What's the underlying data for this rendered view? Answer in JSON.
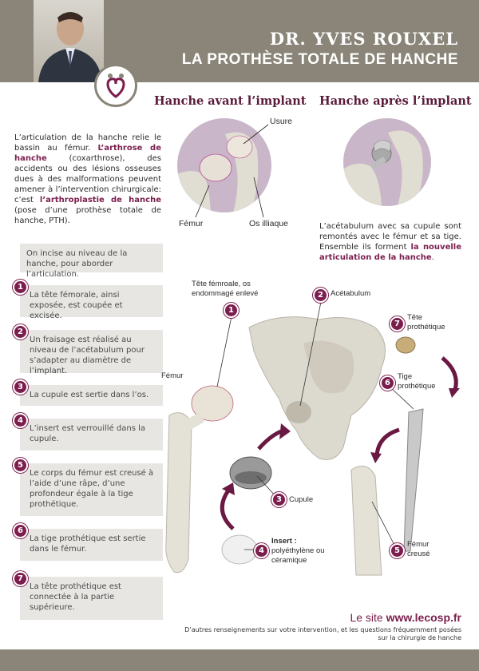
{
  "header": {
    "title_name": "DR. YVES ROUXEL",
    "title_sub": "LA PROTHÈSE TOTALE DE HANCHE"
  },
  "columns": {
    "before": "Hanche avant l’implant",
    "after": "Hanche après l’implant"
  },
  "intro": {
    "p1": "L’articulation de la hanche relie le bassin au fémur. ",
    "hl1": "L’arthrose de hanche",
    "p2": " (coxarthrose), des accidents ou des lésions osseuses dues à des malformations peuvent amener à l’intervention chirurgicale: c’est ",
    "hl2": "l’arthroplastie de hanche",
    "p3": " (pose d’une prothèse totale de hanche, PTH)."
  },
  "before_labels": {
    "usure": "Usure",
    "femur": "Fémur",
    "os": "Os illiaque"
  },
  "after_text": {
    "p1": "L’acétabulum avec sa cupule sont remontés avec le fémur et sa tige. Ensemble ils forment ",
    "hl": "la nouvelle articulation de la hanche",
    "p2": "."
  },
  "steps": [
    {
      "num": "",
      "text": "On incise au niveau de la hanche, pour aborder l’articulation."
    },
    {
      "num": "1",
      "text": "La tête fémorale, ainsi exposée, est coupée et excisée."
    },
    {
      "num": "2",
      "text": "Un fraisage est réalisé au niveau de l’acétabulum pour s’adapter au diamètre de l’implant."
    },
    {
      "num": "3",
      "text": "La cupule est sertie dans l’os."
    },
    {
      "num": "4",
      "text": "L’insert est verrouillé dans la cupule."
    },
    {
      "num": "5",
      "text": "Le corps du fémur est creusé à l’aide d’une râpe, d’une profondeur égale à la tige prothétique."
    },
    {
      "num": "6",
      "text": "La tige prothétique est sertie dans le fémur."
    },
    {
      "num": "7",
      "text": "La tête prothétique est connectée à la partie supérieure."
    }
  ],
  "diagram": {
    "tete_femorale": "Tête fémroale, os endommagé enlevé",
    "acetabulum": "Acétabulum",
    "femur": "Fémur",
    "cupule": "Cupule",
    "insert_title": "Insert :",
    "insert_sub": "polyéthylène ou céramique",
    "tete_prothetique": "Tête prothétique",
    "tige_prothetique": "Tige prothétique",
    "femur_creuse": "Fémur creusé",
    "n1": "1",
    "n2": "2",
    "n3": "3",
    "n4": "4",
    "n5": "5",
    "n6": "6",
    "n7": "7"
  },
  "footer": {
    "site_prefix": "Le site ",
    "site_url": "www.lecosp.fr",
    "note": "D’autres renseignements sur votre intervention, et les questions fréquemment posées sur la chirurgie de hanche"
  },
  "colors": {
    "accent": "#7b1e4d",
    "header_bg": "#8a8578",
    "step_bg": "#e7e6e3",
    "bone": "#d8d5c8"
  }
}
